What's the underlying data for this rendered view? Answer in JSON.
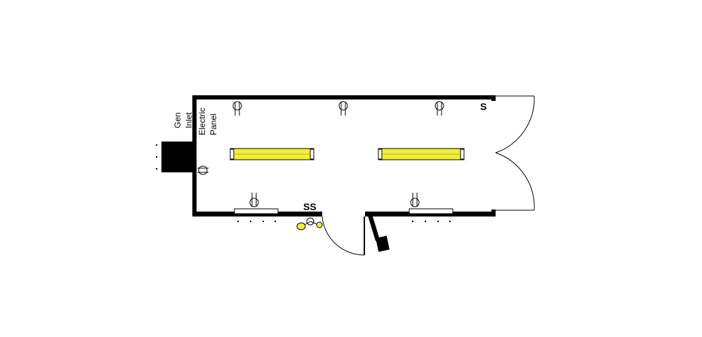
{
  "labels": {
    "gen_inlet_line1": "Gen",
    "gen_inlet_line2": "Inlet",
    "electric_panel_line1": "Electric",
    "electric_panel_line2": "Panel",
    "switch_right": "S",
    "switch_door": "SS"
  },
  "colors": {
    "wall": "#000000",
    "fixture_fill": "#f0f03a",
    "floodlight_fill": "#f0f03a",
    "background": "#ffffff"
  },
  "fixtures": {
    "ceiling_lights": 2,
    "wall_outlets": 6,
    "baseboard_heaters": 2
  }
}
